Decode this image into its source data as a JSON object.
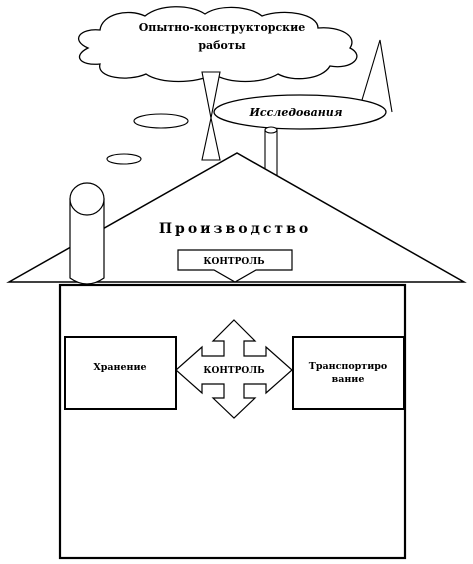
{
  "cloud": {
    "line1": "Опытно-конструкторские",
    "line2": "работы"
  },
  "research": {
    "label": "Исследования"
  },
  "roof": {
    "title": "Производство"
  },
  "control_top": {
    "label": "КОНТРОЛЬ"
  },
  "storage": {
    "label": "Хранение"
  },
  "control_center": {
    "label": "КОНТРОЛЬ"
  },
  "transport": {
    "line1": "Транспортиро",
    "line2": "вание"
  },
  "colors": {
    "stroke": "#000000",
    "fill": "#ffffff"
  }
}
